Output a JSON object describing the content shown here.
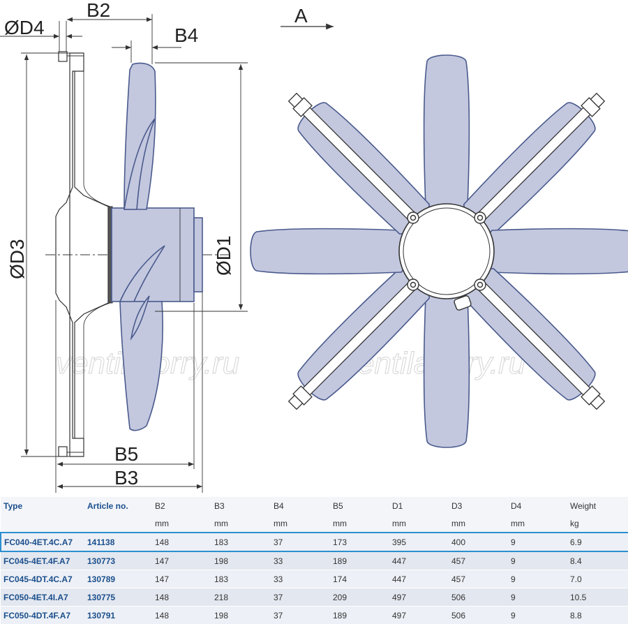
{
  "drawing": {
    "labels": {
      "d4": "ØD4",
      "b2": "B2",
      "b4": "B4",
      "d3": "ØD3",
      "d1": "ØD1",
      "b5": "B5",
      "b3": "B3",
      "view": "A"
    },
    "watermark": "ventilatorry.ru",
    "colors": {
      "blade_fill": "#c3c8df",
      "blade_stroke": "#4a5a8c",
      "highlight": "#2a8fcf",
      "link": "#1b4f8c"
    }
  },
  "table": {
    "headers": [
      {
        "name": "Type",
        "unit": ""
      },
      {
        "name": "Article no.",
        "unit": ""
      },
      {
        "name": "B2",
        "unit": "mm"
      },
      {
        "name": "B3",
        "unit": "mm"
      },
      {
        "name": "B4",
        "unit": "mm"
      },
      {
        "name": "B5",
        "unit": "mm"
      },
      {
        "name": "D1",
        "unit": "mm"
      },
      {
        "name": "D3",
        "unit": "mm"
      },
      {
        "name": "D4",
        "unit": "mm"
      },
      {
        "name": "Weight",
        "unit": "kg"
      }
    ],
    "rows": [
      [
        "FC040-4ET.4C.A7",
        "141138",
        "148",
        "183",
        "37",
        "173",
        "395",
        "400",
        "9",
        "6.9"
      ],
      [
        "FC045-4ET.4F.A7",
        "130773",
        "147",
        "198",
        "33",
        "189",
        "447",
        "457",
        "9",
        "8.4"
      ],
      [
        "FC045-4DT.4C.A7",
        "130789",
        "147",
        "183",
        "33",
        "174",
        "447",
        "457",
        "9",
        "7.0"
      ],
      [
        "FC050-4ET.4I.A7",
        "130775",
        "148",
        "218",
        "37",
        "209",
        "497",
        "506",
        "9",
        "10.5"
      ],
      [
        "FC050-4DT.4F.A7",
        "130791",
        "148",
        "198",
        "37",
        "189",
        "497",
        "506",
        "9",
        "8.8"
      ]
    ],
    "highlighted_row": 0
  }
}
